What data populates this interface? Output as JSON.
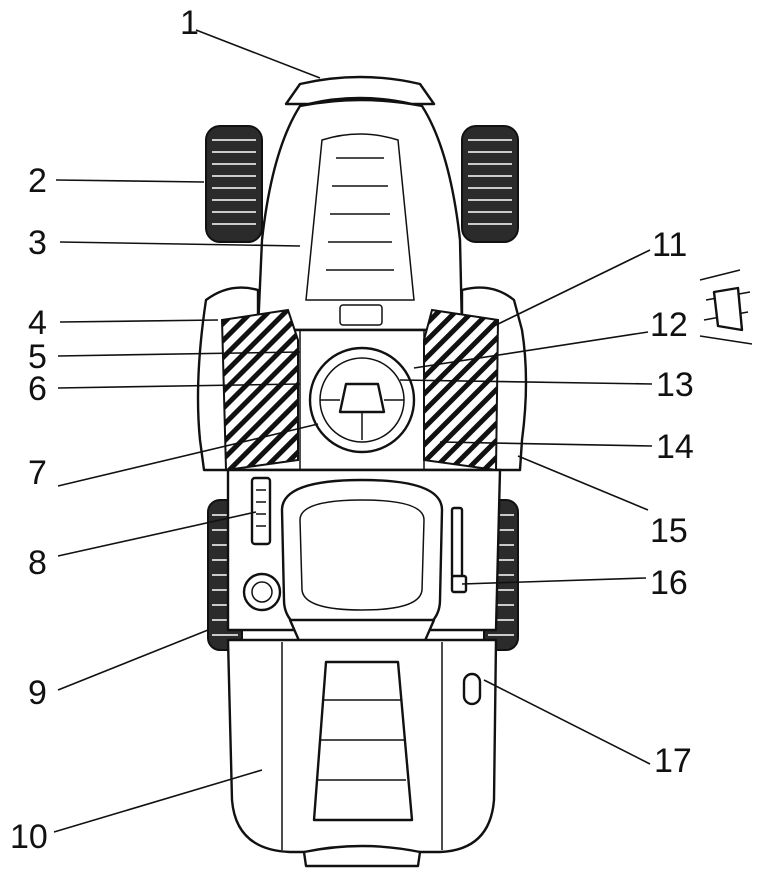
{
  "callouts": [
    {
      "id": "1",
      "label": "1"
    },
    {
      "id": "2",
      "label": "2"
    },
    {
      "id": "3",
      "label": "3"
    },
    {
      "id": "4",
      "label": "4"
    },
    {
      "id": "5",
      "label": "5"
    },
    {
      "id": "6",
      "label": "6"
    },
    {
      "id": "7",
      "label": "7"
    },
    {
      "id": "8",
      "label": "8"
    },
    {
      "id": "9",
      "label": "9"
    },
    {
      "id": "10",
      "label": "10"
    },
    {
      "id": "11",
      "label": "11"
    },
    {
      "id": "12",
      "label": "12"
    },
    {
      "id": "13",
      "label": "13"
    },
    {
      "id": "14",
      "label": "14"
    },
    {
      "id": "15",
      "label": "15"
    },
    {
      "id": "16",
      "label": "16"
    },
    {
      "id": "17",
      "label": "17"
    }
  ],
  "colors": {
    "line": "#111111",
    "background": "#ffffff",
    "tire": "#2b2b2b"
  }
}
